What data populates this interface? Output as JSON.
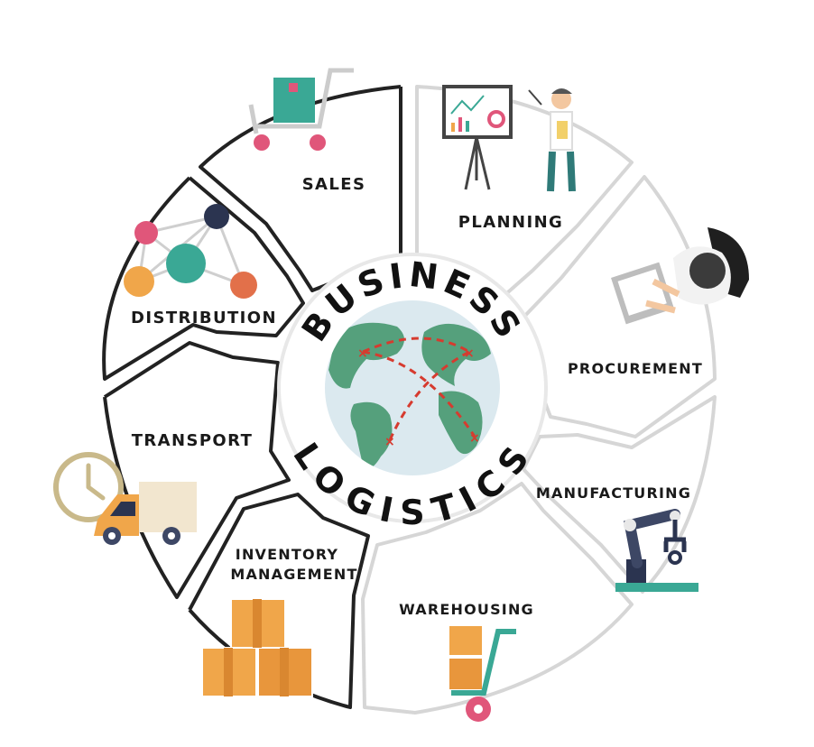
{
  "center": {
    "title_top": "BUSINESS",
    "title_bottom": "LOGISTICS",
    "icon": "globe-with-routes-icon"
  },
  "segments": [
    {
      "id": "sales",
      "label": "SALES",
      "icon": "shopping-cart-icon"
    },
    {
      "id": "planning",
      "label": "PLANNING",
      "icon": "presenter-chart-icon"
    },
    {
      "id": "procurement",
      "label": "PROCUREMENT",
      "icon": "laptop-worker-icon"
    },
    {
      "id": "manufacturing",
      "label": "MANUFACTURING",
      "icon": "robot-arm-icon"
    },
    {
      "id": "warehousing",
      "label": "WAREHOUSING",
      "icon": "hand-truck-icon"
    },
    {
      "id": "inventory",
      "label_line1": "INVENTORY",
      "label_line2": "MANAGEMENT",
      "icon": "box-stack-icon"
    },
    {
      "id": "transport",
      "label": "TRANSPORT",
      "icon": "delivery-truck-icon"
    },
    {
      "id": "distribution",
      "label": "DISTRIBUTION",
      "icon": "network-nodes-icon"
    }
  ],
  "colors": {
    "dark_outline": "#222222",
    "light_outline": "#d6d6d6",
    "teal": "#3aa895",
    "pink": "#e0567a",
    "orange": "#f0a64a",
    "navy": "#2b3450",
    "ocean": "#dbe9ef",
    "land": "#55a07c",
    "route": "#d63b2f"
  }
}
